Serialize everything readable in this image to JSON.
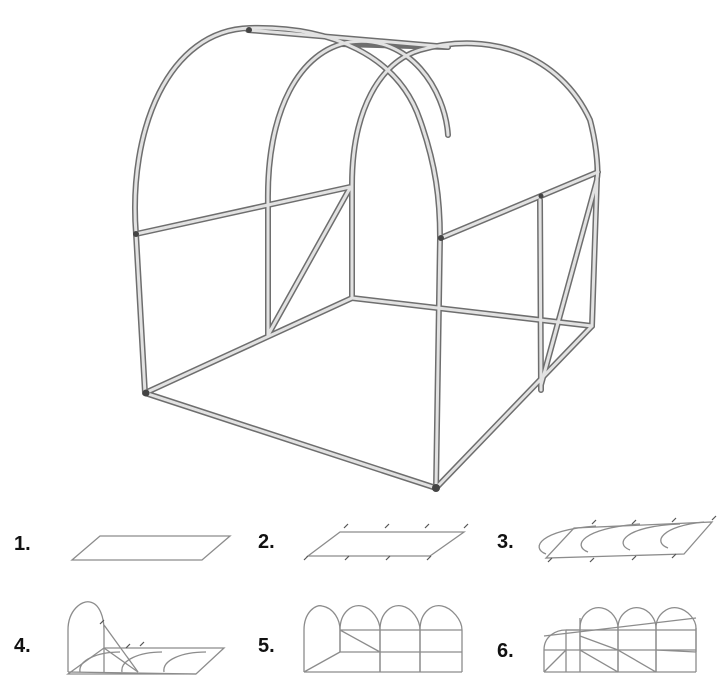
{
  "steps": [
    {
      "label": "1."
    },
    {
      "label": "2."
    },
    {
      "label": "3."
    },
    {
      "label": "4."
    },
    {
      "label": "5."
    },
    {
      "label": "6."
    }
  ],
  "colors": {
    "frame_stroke": "#9a9a9a",
    "frame_highlight": "#e4e4e4",
    "frame_edge": "#555555",
    "diagram_stroke": "#8c8c8c",
    "label_text": "#111111"
  }
}
